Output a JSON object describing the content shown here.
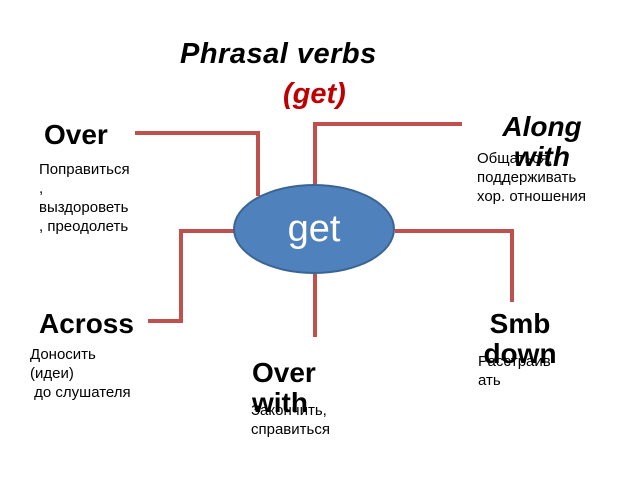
{
  "title": {
    "line1": "Phrasal verbs",
    "line2": "(get)",
    "line2_color": "#c00000"
  },
  "center": {
    "label": "get",
    "fill_color": "#4f81bd"
  },
  "connector_color": "#c0504d",
  "branches": {
    "over": {
      "label": "Over",
      "meaning_lines": [
        "Поправиться",
        ",",
        "выздороветь",
        ", преодолеть"
      ]
    },
    "along_with": {
      "label": "Along with",
      "meaning_lines": [
        "Общаться,",
        "поддерживать",
        "хор. отношения"
      ]
    },
    "across": {
      "label": "Across",
      "meaning_lines": [
        "Доносить",
        "(идеи)",
        " до слушателя"
      ]
    },
    "smb_down": {
      "label": "Smb down",
      "meaning_lines": [
        "Расстраив",
        "ать"
      ]
    },
    "over_with": {
      "label": "Over with",
      "meaning_lines": [
        "Закончить,",
        "справиться"
      ]
    }
  }
}
